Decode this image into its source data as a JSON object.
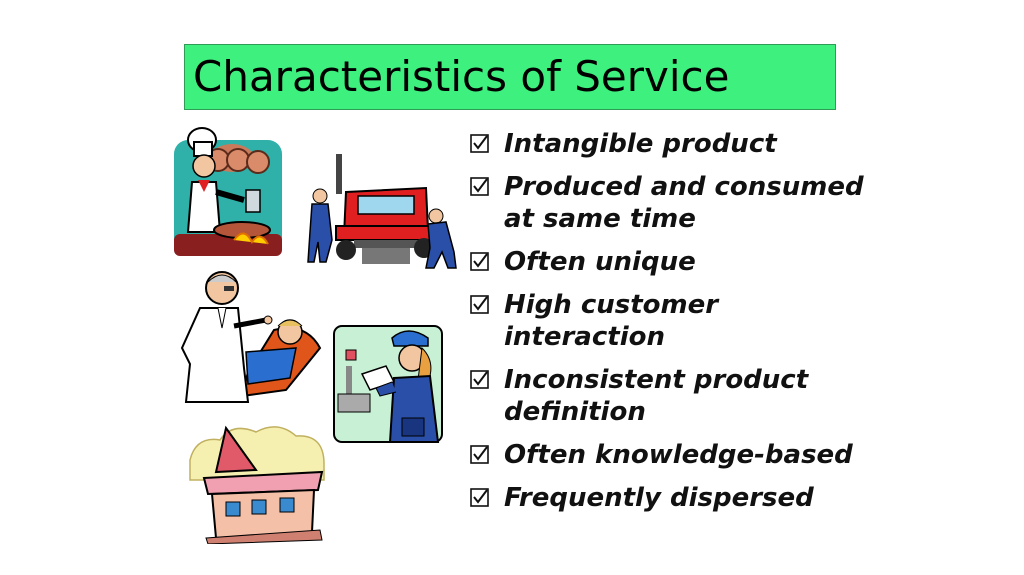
{
  "slide": {
    "title": "Characteristics of Service",
    "bullets": [
      "Intangible product",
      "Produced and consumed at same time",
      "Often unique",
      "High customer interaction",
      "Inconsistent product definition",
      "Often knowledge-based",
      "Frequently dispersed"
    ]
  },
  "colors": {
    "title_background": "#3ef07e",
    "text": "#111111"
  },
  "icons": [
    "checkbox-checked-icon",
    "chef-clipart",
    "mechanic-truck-clipart",
    "dentist-clipart",
    "postal-worker-clipart",
    "house-clipart"
  ]
}
